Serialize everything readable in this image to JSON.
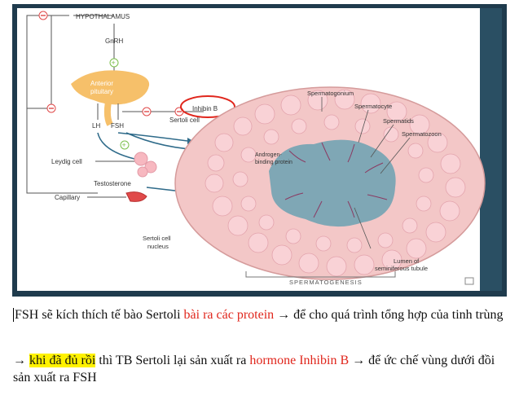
{
  "figure": {
    "labels": {
      "hypothalamus": "HYPOTHALAMUS",
      "gnrh": "GnRH",
      "anterior_pituitary_1": "Anterior",
      "anterior_pituitary_2": "pituitary",
      "lh": "LH",
      "fsh": "FSH",
      "inhibin_b": "Inhibin B",
      "sertoli_cell": "Sertoli cell",
      "leydig_cell": "Leydig cell",
      "testosterone": "Testosterone",
      "capillary": "Capillary",
      "abp_1": "Androgen-",
      "abp_2": "binding protein",
      "spermatogonium": "Spermatogonium",
      "spermatocyte": "Spermatocyte",
      "spermatids": "Spermatids",
      "spermatozoon": "Spermatozoon",
      "sertoli_nucleus_1": "Sertoli cell",
      "sertoli_nucleus_2": "nucleus",
      "lumen_1": "Lumen of",
      "lumen_2": "seminiferous tubule",
      "spermatogenesis": "SPERMATOGENESIS"
    },
    "colors": {
      "panel_bg": "#ffffff",
      "dark_frame": "#1f3b4d",
      "pituitary": "#f6c06a",
      "tubule_wall": "#f3c7c7",
      "lumen": "#7fa7b5",
      "cell_pink": "#f7b8c0",
      "inhibition": "#e04a4a",
      "stimulation": "#7bbf4b",
      "arrow": "#2f6b8a",
      "circle_highlight": "#e0261c"
    }
  },
  "paragraph1": {
    "part1": "FSH sẽ kích thích tế bào Sertoli ",
    "part2_red": "bài ra các protein",
    "arrow": "→",
    "part3": " để cho quá trình tổng hợp của tinh trùng"
  },
  "paragraph2": {
    "arrow": "→",
    "highlight": "khi đã đủ rồi",
    "part2": " thì TB Sertoli lại sản xuất ra ",
    "part3_red": "hormone Inhibin B",
    "arrow2": "→",
    "part4": " để ức chế vùng dưới đồi sản xuất ra FSH"
  }
}
